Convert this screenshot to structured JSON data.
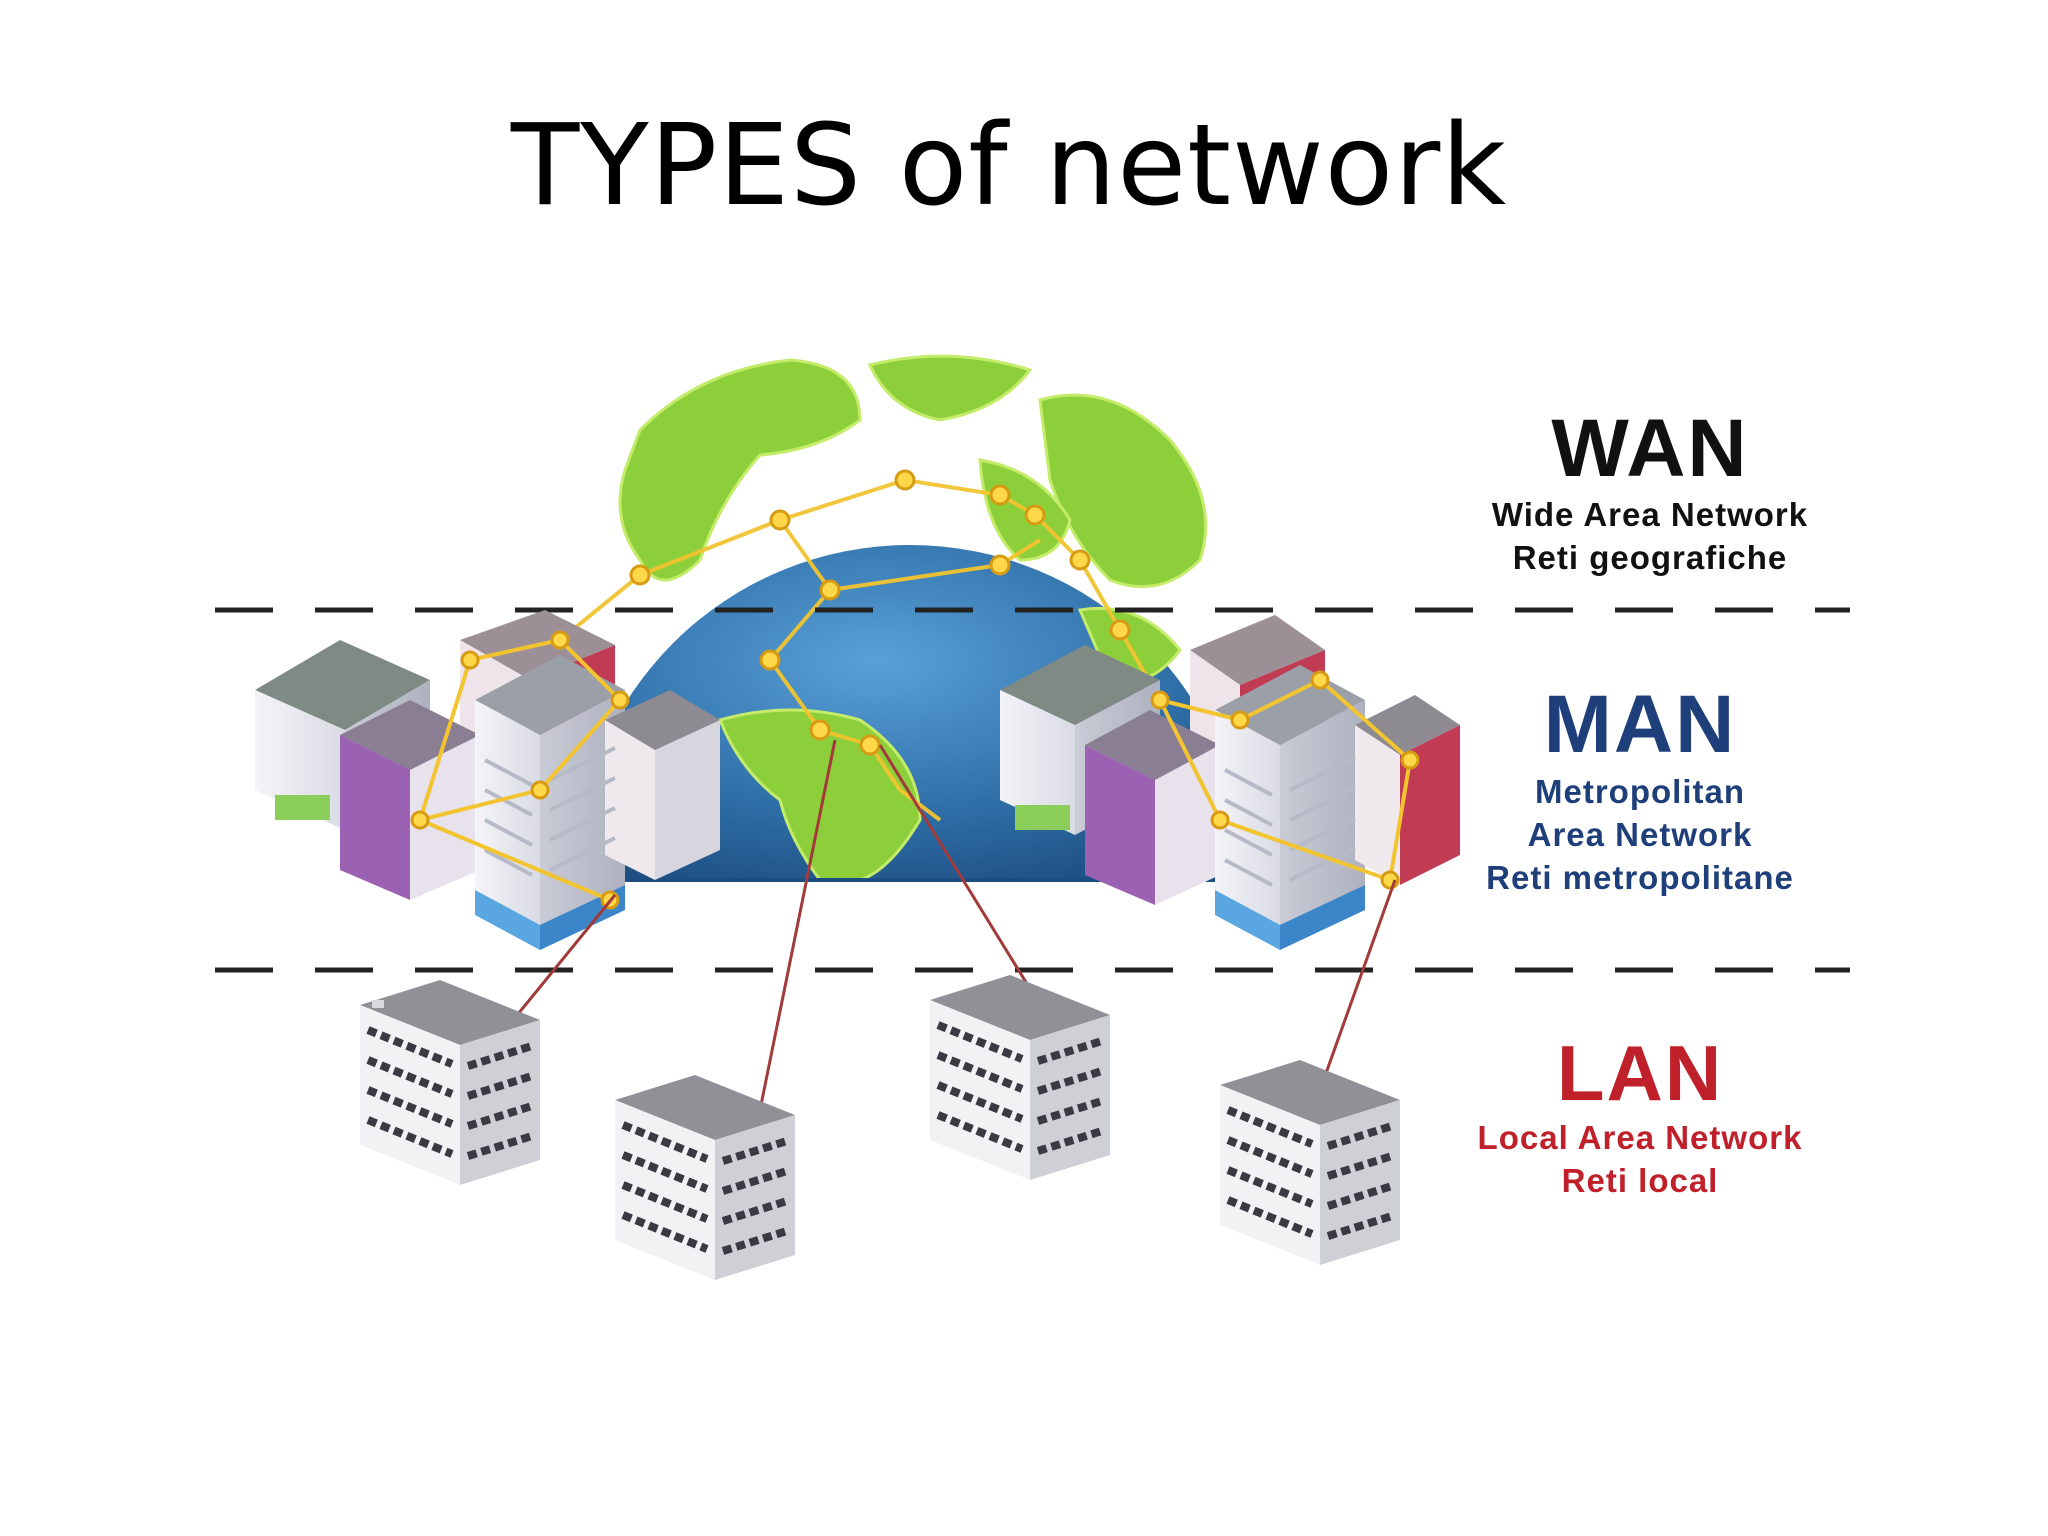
{
  "title": "TYPES of network",
  "tiers": {
    "wan": {
      "name": "WAN",
      "desc": [
        "Wide Area Network",
        "Reti geografiche"
      ],
      "color": "#111111"
    },
    "man": {
      "name": "MAN",
      "desc": [
        "Metropolitan",
        "Area Network",
        "Reti metropolitane"
      ],
      "color": "#1f3f7a"
    },
    "lan": {
      "name": "LAN",
      "desc": [
        "Local Area Network",
        "Reti local"
      ],
      "color": "#c0202a"
    }
  },
  "colors": {
    "ocean": "#2f6fa8",
    "land": "#8ccf3a",
    "link": "#f2c430",
    "lan_link": "#a23a3a",
    "divider": "#222222"
  }
}
